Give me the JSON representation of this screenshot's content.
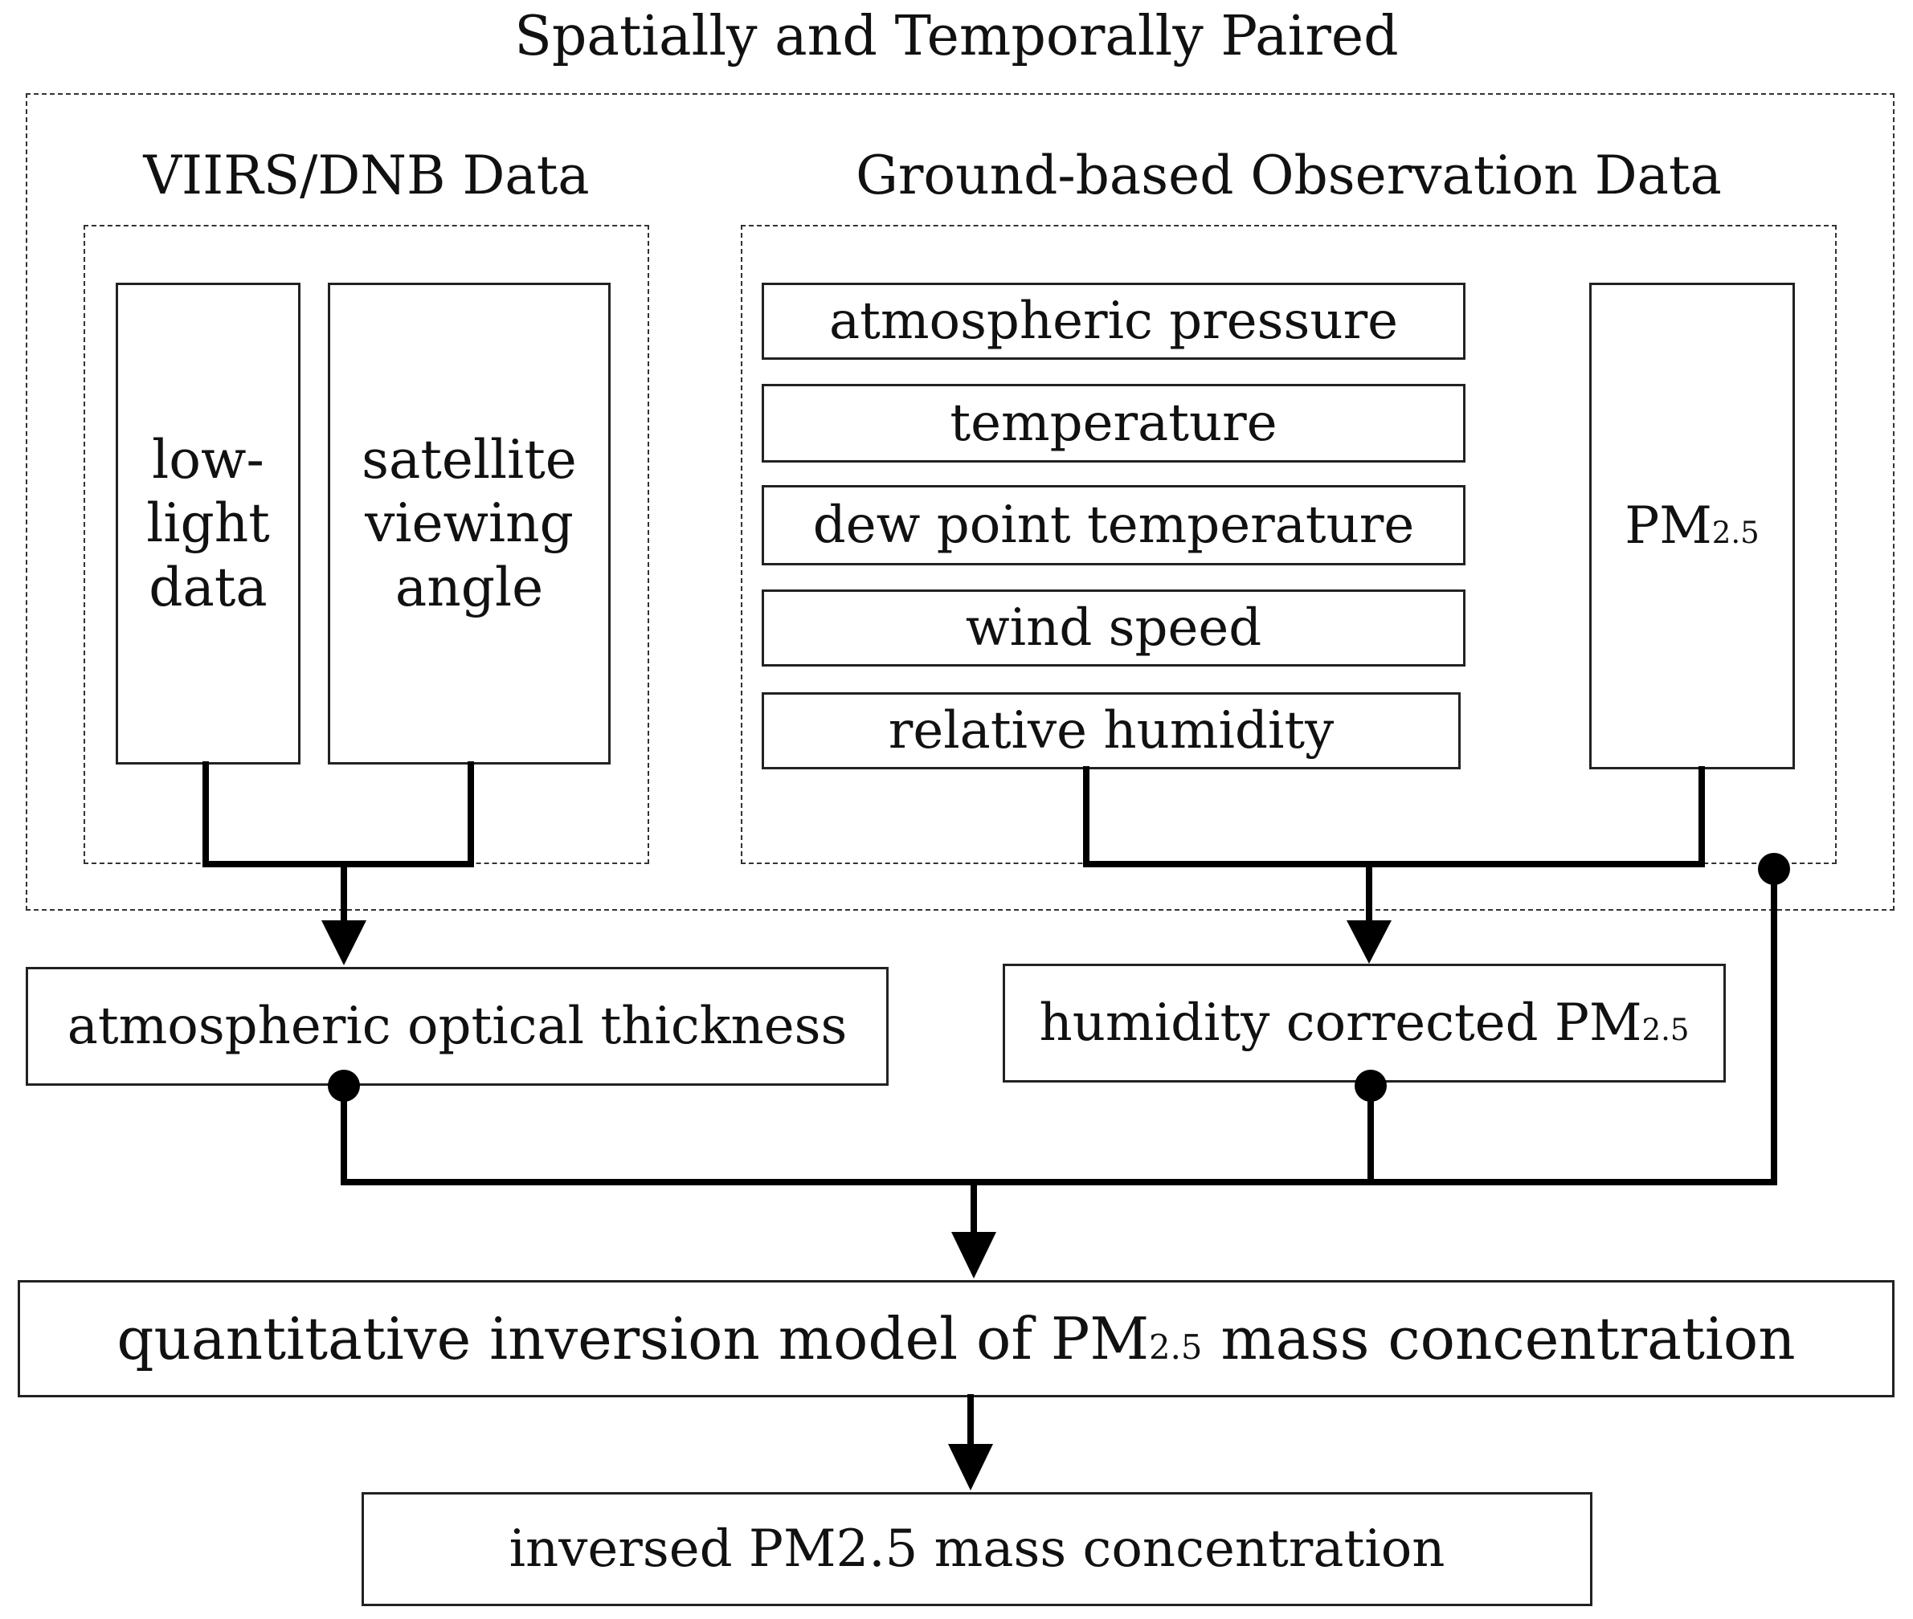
{
  "outer_label": "Spatially and Temporally Paired",
  "viirs": {
    "title": "VIIRS/DNB Data",
    "low_light": [
      "low-",
      "light",
      "data"
    ],
    "viewing_angle": [
      "satellite",
      "viewing",
      "angle"
    ]
  },
  "ground": {
    "title": "Ground-based Observation Data",
    "items": [
      "atmospheric pressure",
      "temperature",
      "dew point temperature",
      "wind speed",
      "relative humidity"
    ],
    "pm_main": "PM",
    "pm_sub": "2.5"
  },
  "aot": {
    "label": "atmospheric optical thickness"
  },
  "humidity_pm": {
    "label": "humidity corrected PM",
    "sub": "2.5"
  },
  "model": {
    "label_pre": "quantitative inversion model of PM",
    "sub": "2.5",
    "label_post": " mass concentration"
  },
  "output": {
    "label": "inversed PM2.5 mass concentration"
  },
  "colors": {
    "line": "#000000",
    "border": "#222222",
    "dashed": "#333333"
  }
}
